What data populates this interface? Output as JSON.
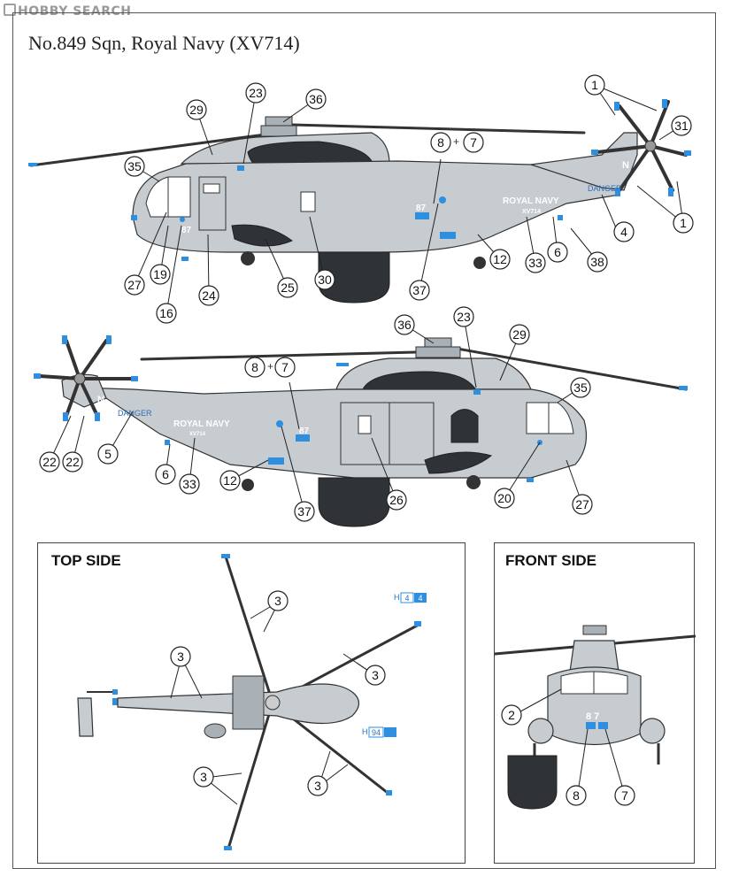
{
  "watermark": "HOBBY SEARCH",
  "title": "No.849 Sqn, Royal Navy (XV714)",
  "panels": {
    "top_side": "TOP SIDE",
    "front_side": "FRONT SIDE"
  },
  "decals": {
    "royal_navy": "ROYAL NAVY",
    "serial": "XV714",
    "danger": "DANGER",
    "code": "87",
    "front_code": "8 7",
    "h4": "H",
    "h4_num_a": "4",
    "h4_num_b": "4",
    "h94": "H",
    "h94_num": "94",
    "tail_n": "N"
  },
  "colors": {
    "hull": "#c7ccd1",
    "dark": "#2f3236",
    "accent_blue": "#2e8fe0"
  },
  "callouts": {
    "c1a": "1",
    "c1b": "1",
    "c31": "31",
    "c23a": "23",
    "c36a": "36",
    "c29a": "29",
    "c8a": "8",
    "c7a": "7",
    "c35a": "35",
    "c4": "4",
    "c12a": "12",
    "c6a": "6",
    "c38": "38",
    "c33a": "33",
    "c27a": "27",
    "c19": "19",
    "c16": "16",
    "c24": "24",
    "c25": "25",
    "c30": "30",
    "c37a": "37",
    "c36b": "36",
    "c23b": "23",
    "c29b": "29",
    "c8b": "8",
    "c7b": "7",
    "c35b": "35",
    "c5": "5",
    "c22a": "22",
    "c22b": "22",
    "c6b": "6",
    "c33b": "33",
    "c12b": "12",
    "c37b": "37",
    "c26": "26",
    "c20": "20",
    "c27b": "27",
    "c3a": "3",
    "c3b": "3",
    "c3c": "3",
    "c3d": "3",
    "c3e": "3",
    "c2": "2",
    "c8c": "8",
    "c7c": "7"
  },
  "plus_sign": "+"
}
